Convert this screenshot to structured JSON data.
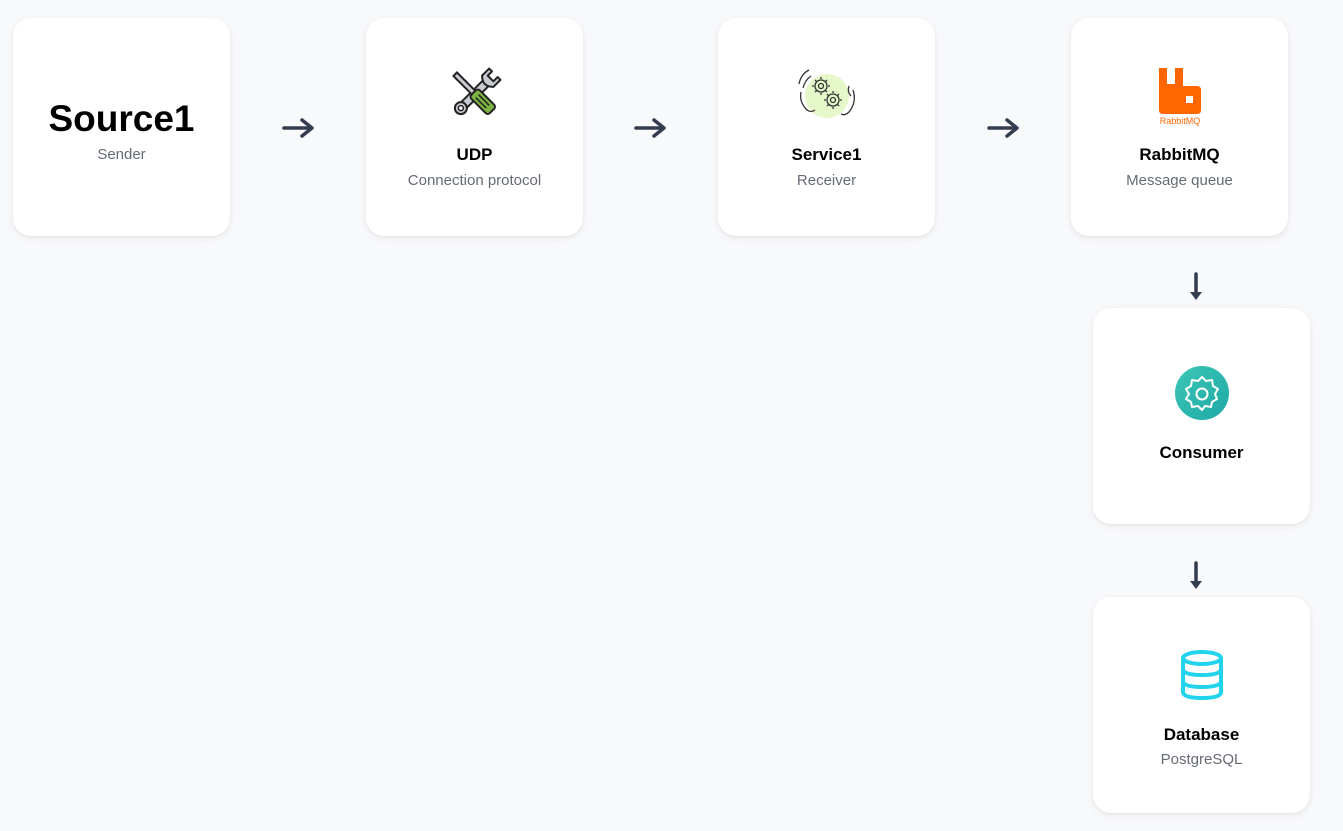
{
  "nodes": {
    "source": {
      "title": "Source1",
      "subtitle": "Sender"
    },
    "udp": {
      "title": "UDP",
      "subtitle": "Connection protocol",
      "icon": "tools-icon"
    },
    "service": {
      "title": "Service1",
      "subtitle": "Receiver",
      "icon": "gears-hands-icon"
    },
    "rabbitmq": {
      "title": "RabbitMQ",
      "subtitle": "Message queue",
      "icon": "rabbitmq-logo",
      "logo_text": "RabbitMQ"
    },
    "consumer": {
      "title": "Consumer",
      "icon": "gear-icon"
    },
    "database": {
      "title": "Database",
      "subtitle": "PostgreSQL",
      "icon": "database-icon"
    }
  },
  "colors": {
    "background": "#f8f9fb",
    "card": "#ffffff",
    "arrow": "#333d4f",
    "subtitle": "#666b73",
    "rabbit_orange": "#ff6600",
    "consumer_teal": "#26b5ad",
    "database_cyan": "#22d3ee",
    "tool_green": "#7cb342"
  },
  "edges": [
    "source->udp",
    "udp->service",
    "service->rabbitmq",
    "rabbitmq->consumer",
    "consumer->database"
  ]
}
